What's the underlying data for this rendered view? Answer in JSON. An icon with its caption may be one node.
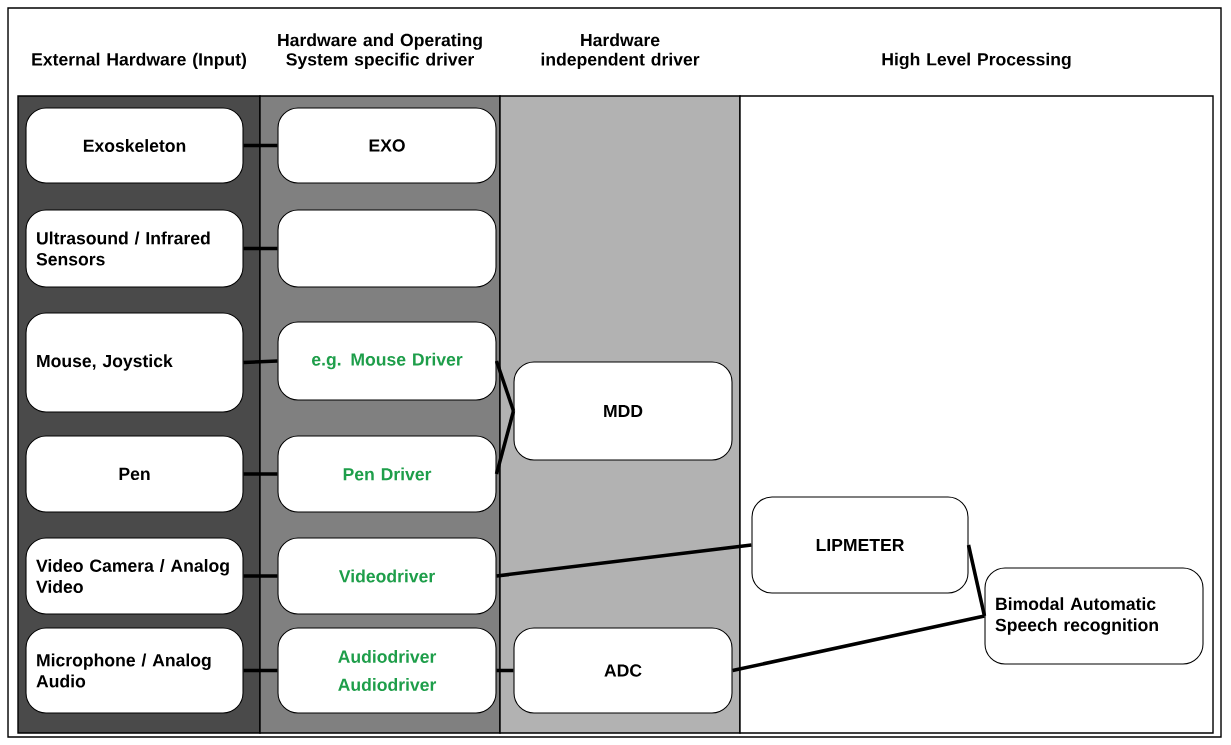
{
  "diagram": {
    "nodes": [
      {
        "text": [
          "External Hardware (Input)"
        ]
      },
      {
        "text": [
          "Hardware and Operating System specific driver"
        ]
      },
      {
        "text": [
          "Hardware independent driver"
        ]
      },
      {
        "text": [
          "High Level Processing"
        ]
      },
      {
        "text": [
          "Exoskeleton"
        ],
        "in": 0
      },
      {
        "text": [
          "Ultrasound / Infrared Sensors"
        ],
        "in": 0
      },
      {
        "text": [
          "Mouse, Joystick"
        ],
        "in": 0
      },
      {
        "text": [
          "Pen"
        ],
        "in": 0
      },
      {
        "text": [
          "Video Camera / Analog Video"
        ],
        "in": 0
      },
      {
        "text": [
          "Microphone / Analog Audio"
        ],
        "in": 0
      },
      {
        "text": [
          "EXO"
        ],
        "in": 1
      },
      {
        "text": [],
        "shape": "box",
        "in": 1
      },
      {
        "text": [
          "e.g. Mouse Driver"
        ],
        "in": 1
      },
      {
        "text": [
          "Pen Driver"
        ],
        "in": 1
      },
      {
        "text": [
          "Videodriver"
        ],
        "in": 1
      },
      {
        "text": [
          "Audiodriver",
          "Audiodriver"
        ],
        "in": 1
      },
      {
        "text": [
          "MDD"
        ],
        "in": 2
      },
      {
        "text": [
          "ADC"
        ],
        "in": 2
      },
      {
        "text": [
          "LIPMETER"
        ],
        "in": 3
      },
      {
        "text": [
          "Bimodal Automatic Speech recognition"
        ],
        "in": 3
      }
    ],
    "edges": [
      {
        "from": 4,
        "to": 10,
        "arrow": "none"
      },
      {
        "from": 5,
        "to": 11,
        "arrow": "none"
      },
      {
        "from": 6,
        "to": 12,
        "arrow": "none"
      },
      {
        "from": 7,
        "to": 13,
        "arrow": "none"
      },
      {
        "from": 8,
        "to": 14,
        "arrow": "none"
      },
      {
        "from": 9,
        "to": 15,
        "arrow": "none"
      },
      {
        "from": 12,
        "to": 16,
        "arrow": "none"
      },
      {
        "from": 13,
        "to": 16,
        "arrow": "none"
      },
      {
        "from": 14,
        "to": 18,
        "arrow": "none"
      },
      {
        "from": 15,
        "to": 17,
        "arrow": "none"
      },
      {
        "from": 17,
        "to": 19,
        "arrow": "none"
      },
      {
        "from": 18,
        "to": 19,
        "arrow": "none"
      }
    ]
  }
}
